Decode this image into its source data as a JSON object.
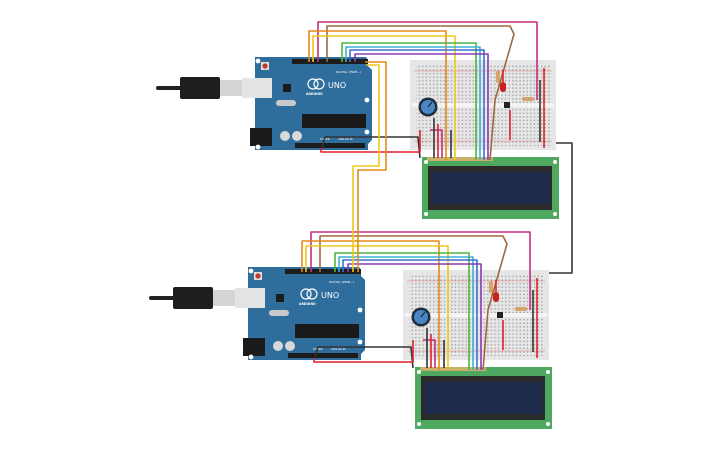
{
  "arduino": {
    "brand": "ARDUINO",
    "model": "UNO",
    "digital_label": "DIGITAL (PWM~)",
    "power_label": "POWER",
    "analog_label": "ANALOG IN"
  },
  "colors": {
    "board": "#2f6d9c",
    "breadboard": "#e6e6e6",
    "lcd_pcb": "#4ea860",
    "lcd_screen": "#1f2b4d",
    "wire_pink": "#c2307f",
    "wire_brown": "#9b6a3f",
    "wire_orange": "#e58a17",
    "wire_yellow": "#efc81a",
    "wire_green": "#4cb53d",
    "wire_cyan": "#3bb0d9",
    "wire_blue": "#3a6fd1",
    "wire_purple": "#8a3bb5",
    "wire_black": "#333333",
    "wire_red": "#e0202a"
  },
  "circuits": [
    {
      "id": "top"
    },
    {
      "id": "bottom"
    }
  ]
}
